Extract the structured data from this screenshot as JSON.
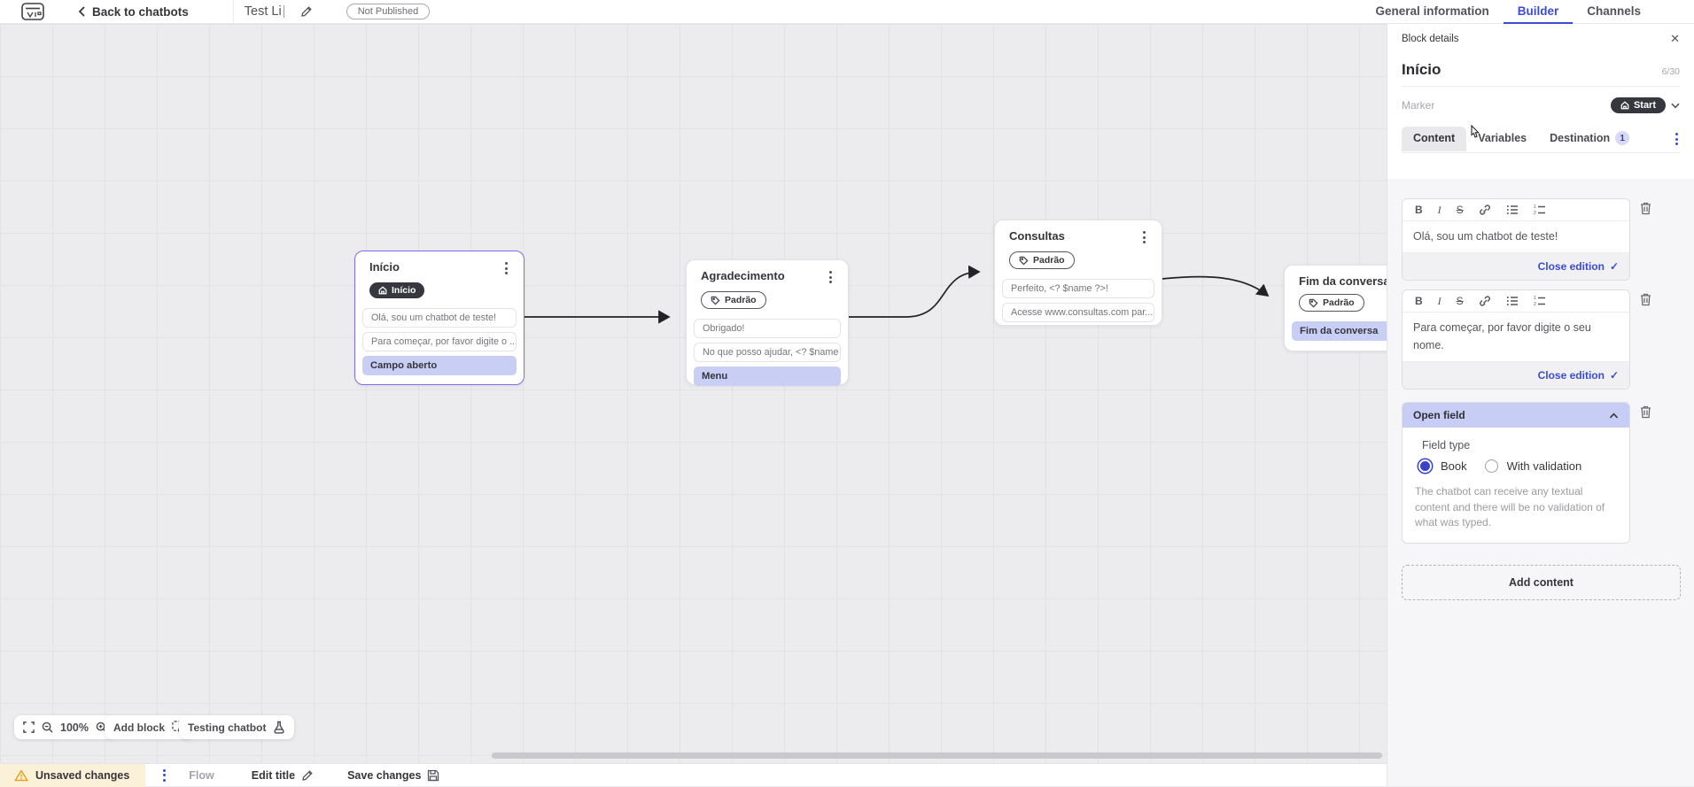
{
  "icons": {
    "close": "✕",
    "check": "✓"
  },
  "colors": {
    "accent_blue": "#3b4bd8",
    "selection_purple": "#7d6ef2",
    "row_highlight": "#c9cef5",
    "dark_pill": "#37373f",
    "open_field_header": "#c7cdf4",
    "unsaved_bg": "#fbf1d9",
    "radio_selected": "#3b43cc",
    "destination_badge_bg": "#d7daf6"
  },
  "topbar": {
    "back_label": "Back to chatbots",
    "title_value": "Test Li",
    "status_badge": "Not Published",
    "tabs": [
      {
        "label": "General information",
        "active": false
      },
      {
        "label": "Builder",
        "active": true
      },
      {
        "label": "Channels",
        "active": false
      }
    ]
  },
  "canvas": {
    "blocks": [
      {
        "title": "Início",
        "badge": "Início",
        "badge_icon": "home",
        "selected": true,
        "rows": [
          {
            "text": "Olá, sou um chatbot de teste!",
            "type": "card"
          },
          {
            "text": "Para começar, por favor digite o ...",
            "type": "card"
          },
          {
            "text": "Campo aberto",
            "type": "highlight"
          }
        ]
      },
      {
        "title": "Agradecimento",
        "badge": "Padrão",
        "badge_icon": "tag",
        "selected": false,
        "rows": [
          {
            "text": "Obrigado!",
            "type": "card"
          },
          {
            "text": "No que posso ajudar, <? $name ...",
            "type": "card"
          },
          {
            "text": "Menu",
            "type": "highlight"
          }
        ]
      },
      {
        "title": "Consultas",
        "badge": "Padrão",
        "badge_icon": "tag",
        "selected": false,
        "rows": [
          {
            "text": "Perfeito, <? $name ?>!",
            "type": "card"
          },
          {
            "text": "Acesse www.consultas.com par...",
            "type": "card"
          }
        ]
      },
      {
        "title": "Fim da conversa",
        "badge": "Padrão",
        "badge_icon": "tag",
        "selected": false,
        "rows": [
          {
            "text": "Fim da conversa",
            "type": "highlight"
          }
        ]
      }
    ],
    "controls": {
      "zoom_level": "100%",
      "add_block_label": "Add block",
      "testing_label": "Testing chatbot"
    }
  },
  "panel": {
    "header": "Block details",
    "block_name": "Início",
    "char_count": "6/30",
    "marker_label": "Marker",
    "marker_value": "Start",
    "tabs": [
      {
        "label": "Content",
        "active": true
      },
      {
        "label": "Variables",
        "active": false
      },
      {
        "label": "Destination",
        "active": false,
        "badge": "1"
      }
    ],
    "editors": [
      {
        "text": "Olá, sou um chatbot de teste!",
        "close_label": "Close edition"
      },
      {
        "text": "Para começar, por favor digite o seu nome.",
        "close_label": "Close edition"
      }
    ],
    "open_field": {
      "header": "Open field",
      "field_type_label": "Field type",
      "options": [
        {
          "label": "Book",
          "selected": true
        },
        {
          "label": "With validation",
          "selected": false
        }
      ],
      "description": "The chatbot can receive any textual content and there will be no validation of what was typed."
    },
    "add_content_label": "Add content"
  },
  "statusbar": {
    "unsaved_label": "Unsaved changes",
    "flow_label": "Flow",
    "edit_title_label": "Edit title",
    "save_label": "Save changes"
  }
}
